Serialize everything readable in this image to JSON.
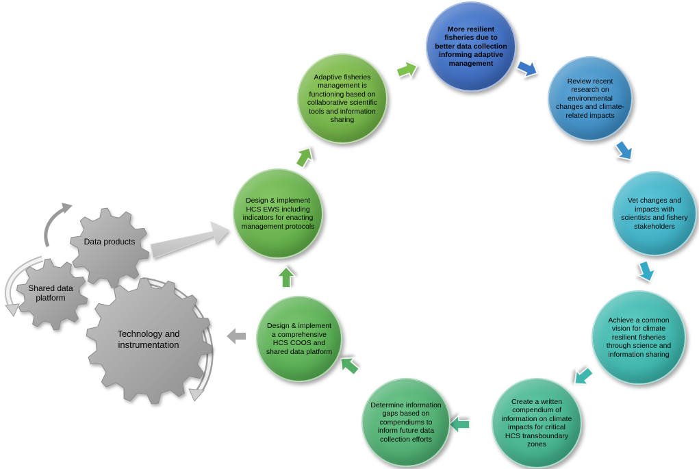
{
  "colors": {
    "blue_dark": "#4472C4",
    "blue_mid": "#3F90C8",
    "teal_light": "#3AB2C8",
    "teal": "#3CB4AE",
    "green_teal": "#46B07E",
    "green": "#5AAE57",
    "green_light": "#72B24C",
    "gear_gray": "#A6A6A6",
    "arrow_gray": "#C8C8C8"
  },
  "cycle": {
    "step_1": "More resilient fisheries due to better data collection informing adaptive management",
    "step_2": "Review recent research on environmental changes and climate-related impacts",
    "step_3": "Vet changes and impacts with scientists and fishery stakeholders",
    "step_4": "Achieve a common vision for climate resilient fisheries through science and information sharing",
    "step_5": "Create a written compendium of information on climate impacts for critical HCS transboundary zones",
    "step_6": "Determine information gaps based on compendiums to inform future data collection efforts",
    "step_7": "Design & implement a comprehensive HCS COOS and shared data platform",
    "step_8": "Design & implement HCS EWS including indicators for enacting management protocols",
    "step_9": "Adaptive fisheries management is functioning based on collaborative scientific tools and information sharing"
  },
  "gears": {
    "data_products": "Data products",
    "shared_platform": "Shared data platform",
    "technology": "Technology and instrumentation"
  }
}
